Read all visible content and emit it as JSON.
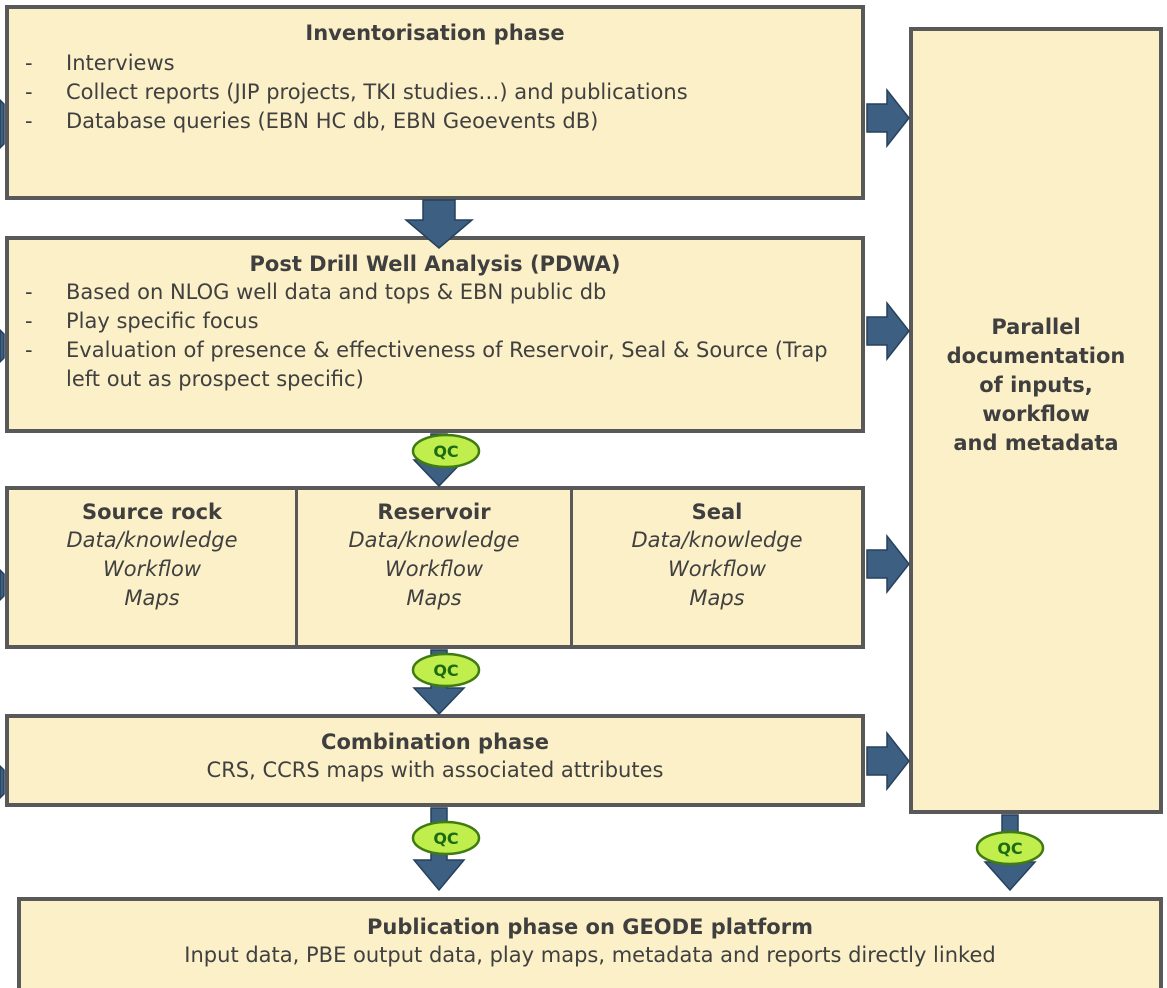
{
  "inventorisation": {
    "title": "Inventorisation phase",
    "items": [
      "Interviews",
      "Collect reports (JIP projects, TKI studies…) and publications",
      "Database queries (EBN HC db, EBN Geoevents dB)"
    ]
  },
  "pdwa": {
    "title": "Post Drill Well Analysis (PDWA)",
    "items": [
      "Based on NLOG well data and tops & EBN public db",
      "Play specific focus",
      "Evaluation of presence & effectiveness of Reservoir, Seal & Source (Trap left out as prospect specific)"
    ]
  },
  "elements": [
    {
      "title": "Source rock",
      "lines": [
        "Data/knowledge",
        "Workflow",
        "Maps"
      ]
    },
    {
      "title": "Reservoir",
      "lines": [
        "Data/knowledge",
        "Workflow",
        "Maps"
      ]
    },
    {
      "title": "Seal",
      "lines": [
        "Data/knowledge",
        "Workflow",
        "Maps"
      ]
    }
  ],
  "combination": {
    "title": "Combination phase",
    "subtitle": "CRS, CCRS maps with associated attributes"
  },
  "documentation": {
    "title_lines": [
      "Parallel",
      "documentation",
      "of inputs,",
      "workflow",
      "and metadata"
    ]
  },
  "publication": {
    "title": "Publication phase on GEODE platform",
    "subtitle": "Input data, PBE output data, play maps, metadata and reports directly linked"
  },
  "qc_label": "QC",
  "colors": {
    "box_fill": "#fcf0c8",
    "box_border": "#595959",
    "arrow": "#3c5f82",
    "qc_fill": "#bfee4d",
    "qc_text": "#1e6b14"
  }
}
